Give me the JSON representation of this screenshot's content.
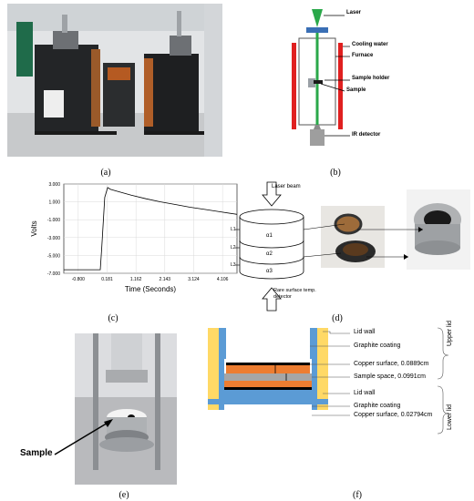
{
  "panels": {
    "a": {
      "caption": "(a)"
    },
    "b": {
      "caption": "(b)",
      "labels": {
        "laser": "Laser",
        "cooling_water": "Cooling water",
        "furnace": "Furnace",
        "sample_holder": "Sample holder",
        "sample": "Sample",
        "ir_detector": "IR detector"
      },
      "colors": {
        "laser": "#2aa84a",
        "furnace_wall": "#e02020",
        "holder": "#3a6fb5"
      }
    },
    "c": {
      "caption": "(c)",
      "chart_data": {
        "type": "line",
        "xlabel": "Time (Seconds)",
        "ylabel": "Volts",
        "x_ticks": [
          "-0.800",
          "0.181",
          "1.162",
          "2.143",
          "3.124",
          "4.106"
        ],
        "y_ticks": [
          "3.000",
          "1.000",
          "-1.000",
          "-3.000",
          "-5.000",
          "-7.000"
        ],
        "xlim": [
          -1.291,
          4.597
        ],
        "ylim": [
          -7,
          3
        ],
        "series": [
          {
            "x": [
              -1.291,
              -0.05,
              0.0,
              0.1,
              0.2,
              0.3,
              0.5,
              1.0,
              1.5,
              2.0,
              2.5,
              3.0,
              3.5,
              4.0,
              4.597
            ],
            "y": [
              -6.6,
              -6.6,
              -4.0,
              1.5,
              2.6,
              2.4,
              2.2,
              1.75,
              1.35,
              1.0,
              0.7,
              0.4,
              0.15,
              -0.1,
              -0.4
            ]
          }
        ],
        "grid": true,
        "line_color": "#000000"
      }
    },
    "d": {
      "caption": "(d)",
      "labels": {
        "laser_beam": "Laser beam",
        "rare_detector": "Rare surface temp. detector",
        "l1": "L1",
        "l2": "L2",
        "l3": "L3",
        "a1": "α1",
        "a2": "α2",
        "a3": "α3"
      }
    },
    "e": {
      "caption": "(e)",
      "sample_label": "Sample"
    },
    "f": {
      "caption": "(f)",
      "labels": {
        "lid_wall_upper": "Lid wall",
        "graphite_upper": "Graphite coating",
        "copper_upper": "Copper surface, 0.0889cm",
        "sample_space": "Sample space, 0.0991cm",
        "lid_wall_lower": "Lid wall",
        "graphite_lower": "Graphite coating",
        "copper_lower": "Copper surface, 0.02794cm",
        "upper_lid": "Upper lid",
        "lower_lid": "Lower lid"
      },
      "colors": {
        "lid_wall": "#5b9bd5",
        "graphite": "#ffd966",
        "copper": "#ed7d31",
        "black": "#000000",
        "sample": "#a6a6a6"
      }
    }
  }
}
